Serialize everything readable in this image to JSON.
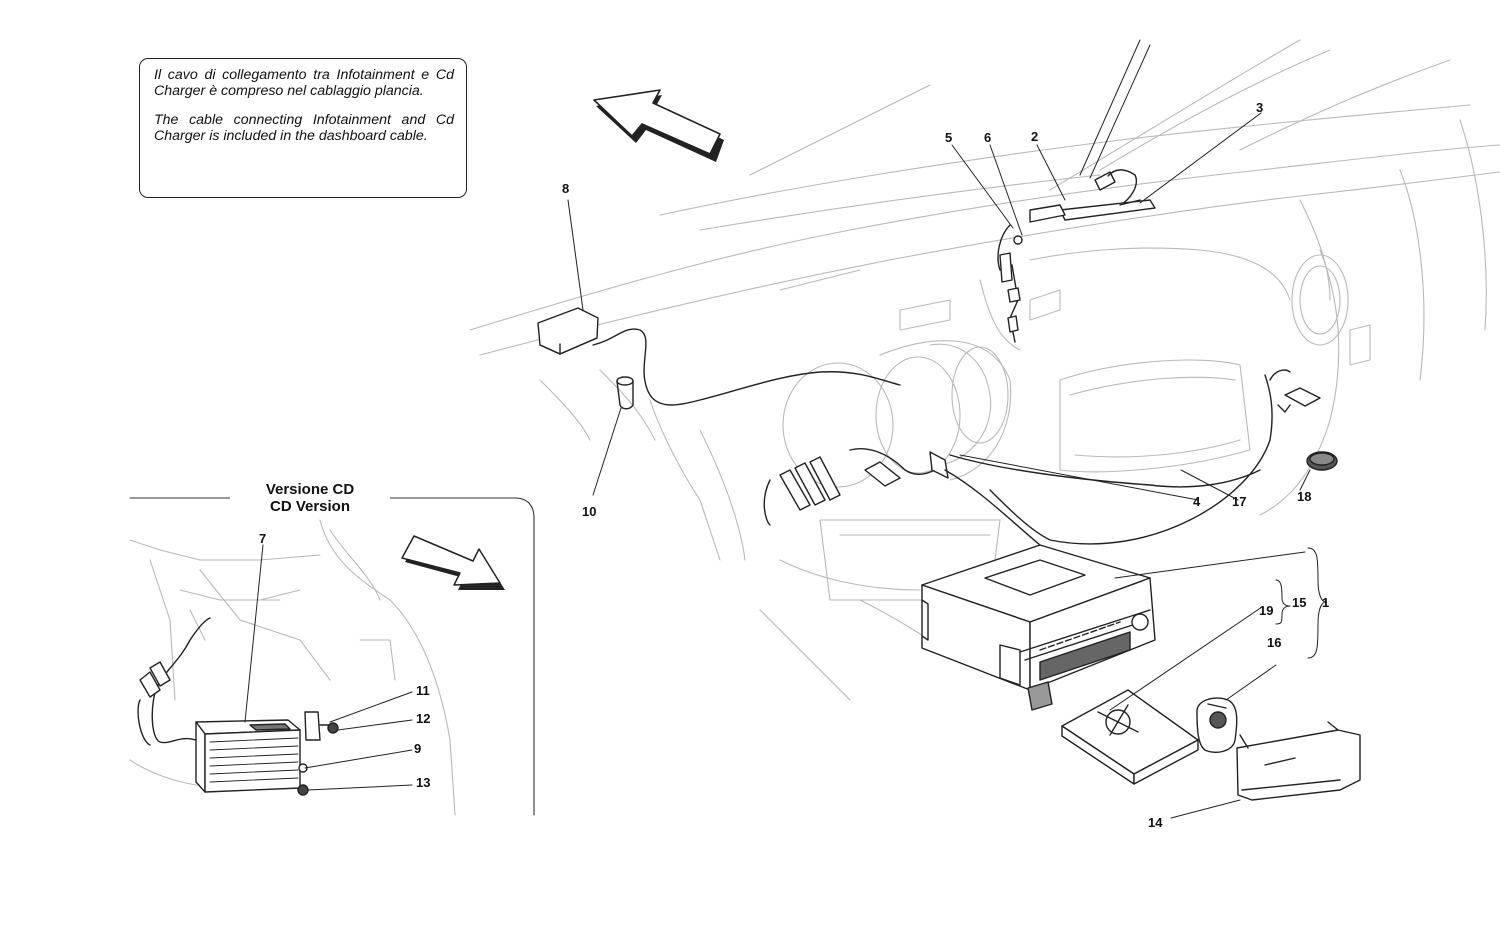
{
  "note": {
    "it": "Il cavo di collegamento tra Infotainment e Cd Charger è compreso nel cablaggio plancia.",
    "en": "The cable connecting Infotainment and Cd Charger is included in the dashboard cable."
  },
  "inset": {
    "title_it": "Versione CD",
    "title_en": "CD Version"
  },
  "callouts": {
    "c1": "1",
    "c2": "2",
    "c3": "3",
    "c4": "4",
    "c5": "5",
    "c6": "6",
    "c7": "7",
    "c8": "8",
    "c9": "9",
    "c10": "10",
    "c11": "11",
    "c12": "12",
    "c13": "13",
    "c14": "14",
    "c15": "15",
    "c16": "16",
    "c17": "17",
    "c18": "18",
    "c19": "19"
  }
}
